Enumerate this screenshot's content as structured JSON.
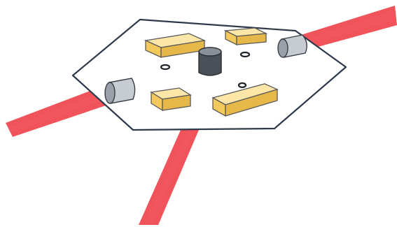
{
  "scene": {
    "components": {
      "beams": 3,
      "mirror_mounts": 2,
      "blocks": 4,
      "post": 1,
      "screw_holes": 3
    },
    "colors": {
      "beam": "#ef3b43",
      "plate_outline": "#2e3a4a",
      "block": "#f3c95c",
      "post": "#4b5058",
      "mount": "#c7cbd2"
    }
  }
}
